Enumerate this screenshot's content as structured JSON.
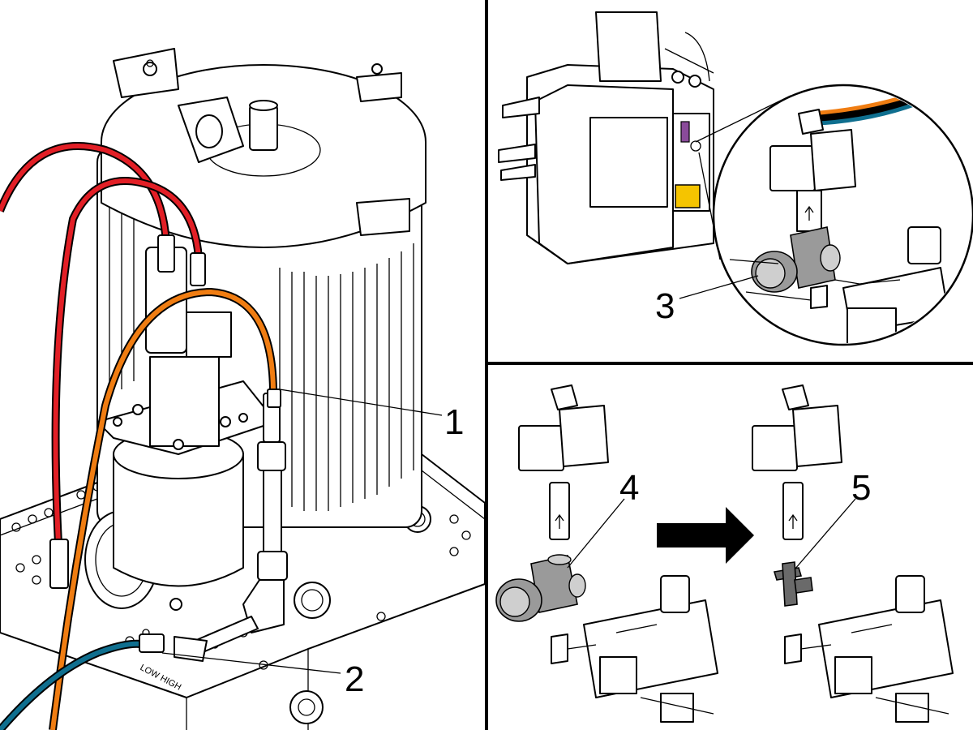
{
  "callouts": [
    {
      "id": "1",
      "label": "1"
    },
    {
      "id": "2",
      "label": "2"
    },
    {
      "id": "3",
      "label": "3"
    },
    {
      "id": "4",
      "label": "4"
    },
    {
      "id": "5",
      "label": "5"
    }
  ],
  "base_marking": "LOW HIGH",
  "colors": {
    "hose_red": "#e21f26",
    "hose_orange": "#f07d12",
    "hose_blue": "#0f6f8f",
    "enclosure_yellow": "#f5c400",
    "part_purple": "#8a4b9a",
    "divider": "#000000",
    "part_gray": "#9a9a9a",
    "part_dark_gray": "#6a6a6a"
  },
  "panels": [
    {
      "name": "pump-assembly-detail"
    },
    {
      "name": "machine-valve-location"
    },
    {
      "name": "regulator-replacement"
    }
  ],
  "arrow_icon": "right-arrow-icon"
}
